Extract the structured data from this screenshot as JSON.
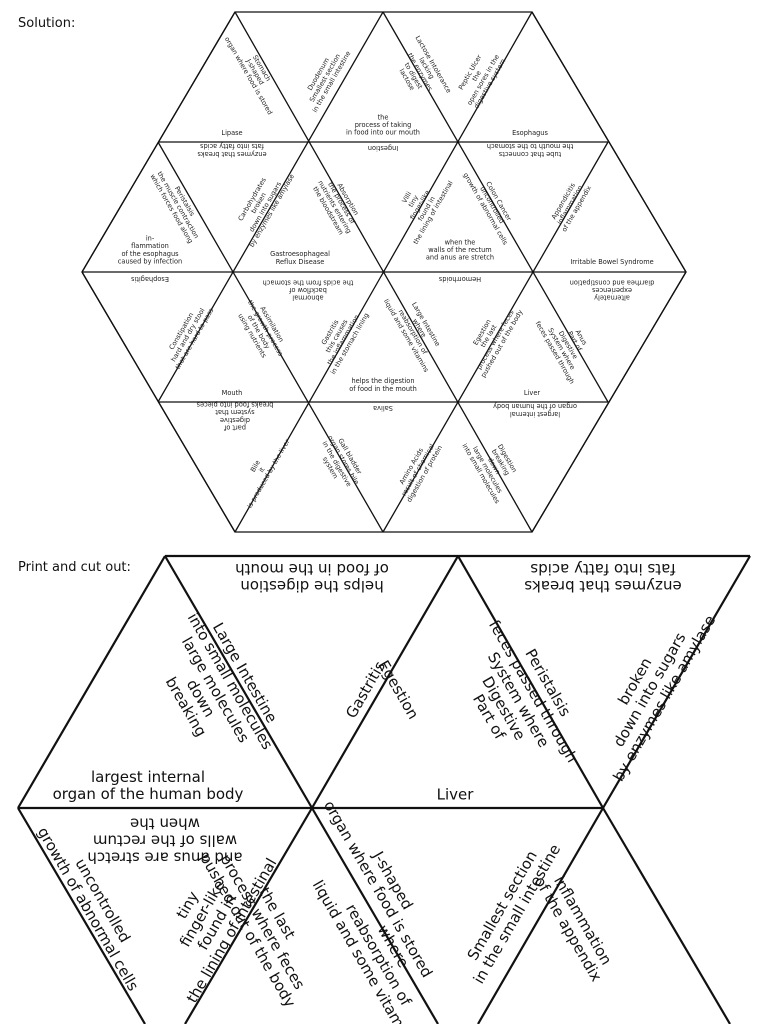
{
  "headings": {
    "solution": "Solution:",
    "cutout": "Print and cut out:"
  },
  "solution": {
    "t1": [
      "Stomach",
      "J-shaped",
      "organ where food is stored"
    ],
    "t2": [
      "Duodenum",
      "Smallest section",
      "in the small intestine"
    ],
    "t3": [
      "Lactose Intolerance",
      "lacking",
      "the enzymes",
      "to digest",
      "lactose"
    ],
    "t4": [
      "Peptic Ulcer",
      "the",
      "open sores in the",
      "digestive system"
    ],
    "t5": [
      "Lipase"
    ],
    "t6": [
      "the",
      "process of taking",
      "in food into our mouth"
    ],
    "t7": [
      "Esophagus"
    ],
    "t8": [
      "enzymes that breaks",
      "fats into fatty acids"
    ],
    "t9": [
      "Ingestion"
    ],
    "t10": [
      "tube that connects",
      "the mouth to the stomach"
    ],
    "t11": [
      "Peristalsis",
      "the muscle contraction",
      "which forces food along"
    ],
    "t12": [
      "Carbohydrates",
      "broken",
      "down into sugars",
      "by enzymes like amylase"
    ],
    "t13": [
      "Absorption",
      "the process of",
      "nutrients entering",
      "the bloodstream"
    ],
    "t14": [
      "Villi",
      "tiny",
      "finger-like",
      "found in",
      "the lining of intestinal"
    ],
    "t15": [
      "Colon Cancer",
      "uncontrolled",
      "growth of abnormal cells"
    ],
    "t16": [
      "Appendicitis",
      "inflammation",
      "of the appendix"
    ],
    "t17": [
      "in-",
      "flammation",
      "of the esophagus",
      "caused by infection"
    ],
    "t18": [
      "Gastroesophageal",
      "Reflux Disease"
    ],
    "t19": [
      "when the",
      "walls of the rectum",
      "and anus are stretch"
    ],
    "t20": [
      "Irritable Bowel Syndrome"
    ],
    "t21": [
      "Esophagitis"
    ],
    "t22": [
      "abnormal",
      "backflow of",
      "the acids from the stomach"
    ],
    "t23": [
      "Hemorrhoids"
    ],
    "t24": [
      "alternately",
      "experiences",
      "diarrhea and constipation"
    ],
    "t25": [
      "Constipation",
      "hard and dry stool",
      "that are hard to pass"
    ],
    "t26": [
      "Assimilation",
      "the growth process",
      "of the body",
      "using nutrients"
    ],
    "t27": [
      "Gastritis",
      "this causes",
      "the inflammation",
      "in the stomach lining"
    ],
    "t28": [
      "Large Intestine",
      "where",
      "reabsorption of",
      "liquid and some vitamins"
    ],
    "t29": [
      "Egestion",
      "the last",
      "process where feces",
      "pushed out of the body"
    ],
    "t30": [
      "Anus",
      "Part of",
      "Digestive",
      "System where",
      "feces passed through"
    ],
    "t31": [
      "Mouth"
    ],
    "t32": [
      "helps the digestion",
      "of food in the mouth"
    ],
    "t33": [
      "Liver"
    ],
    "t34": [
      "part of",
      "digestive",
      "system that",
      "breaks food into pieces"
    ],
    "t35": [
      "Saliva"
    ],
    "t36": [
      "largest internal",
      "organ of the human body"
    ],
    "t37": [
      "Bile",
      "it",
      "is produced by the liver"
    ],
    "t38": [
      "Gall bladder",
      "organ stores bile",
      "in the digestive",
      "system"
    ],
    "t39": [
      "Amino Acids",
      "result of chemical",
      "digestion of protein"
    ],
    "t40": [
      "Digestion",
      "breaking",
      "down",
      "large molecules",
      "into small molecules"
    ]
  },
  "cutout": {
    "row1_top_a": [
      "helps the digestion",
      "of food in the mouth"
    ],
    "row1_top_b": [
      "enzymes that breaks",
      "fats into fatty acids"
    ],
    "large_intestine": [
      "Large Intestine",
      "into small molecules",
      "large molecules",
      "down",
      "breaking"
    ],
    "largest_internal": [
      "largest internal",
      "organ of the human body"
    ],
    "gastritis": [
      "Gastritis"
    ],
    "egestion": [
      "Egestion"
    ],
    "peristalsis": [
      "Peristalsis",
      "feces passed through",
      "System where",
      "Digestive",
      "Part of"
    ],
    "liver": [
      "Liver"
    ],
    "broken": [
      "broken",
      "down into sugars",
      "by enzymes like amylase"
    ],
    "when_walls": [
      "and anus are stretch",
      "walls of the rectum",
      "when the"
    ],
    "uncontrolled": [
      "uncontrolled",
      "growth of abnormal cells"
    ],
    "tiny": [
      "tiny",
      "finger-like",
      "found in",
      "the lining of intestinal"
    ],
    "last_process": [
      "the last",
      "process where feces",
      "pushed out of the body"
    ],
    "jshaped": [
      "J-shaped",
      "organ where food is stored"
    ],
    "where_reab": [
      "where",
      "reabsorption of",
      "liquid and some vitamins"
    ],
    "smallest": [
      "Smallest section",
      "in the small intestine"
    ],
    "inflammation": [
      "inflammation",
      "of the appendix"
    ]
  }
}
